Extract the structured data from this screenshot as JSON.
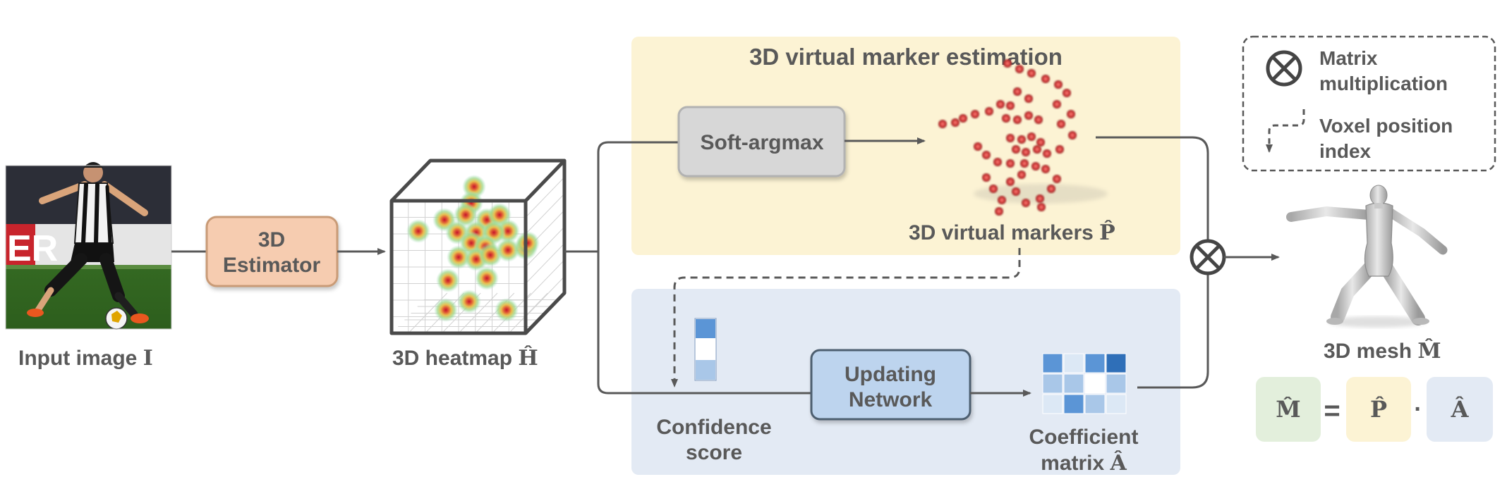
{
  "input": {
    "label": "Input image ",
    "symbol": "I"
  },
  "estimator": {
    "line1": "3D",
    "line2": "Estimator"
  },
  "heatmap": {
    "label": "3D heatmap ",
    "symbol": "Ĥ"
  },
  "top_panel": {
    "title": "3D virtual marker estimation",
    "color": "#fcf3d4"
  },
  "bottom_panel": {
    "color": "#e3eaf4"
  },
  "softargmax": {
    "label": "Soft-argmax"
  },
  "markers": {
    "label": "3D virtual markers ",
    "symbol": "P̂"
  },
  "confidence": {
    "line1": "Confidence",
    "line2": "score"
  },
  "updating": {
    "line1": "Updating",
    "line2": "Network"
  },
  "coefficient": {
    "line1": "Coefficient",
    "line2": "matrix ",
    "symbol": "Â"
  },
  "legend": {
    "matrix_line1": "Matrix",
    "matrix_line2": "multiplication",
    "voxel_line1": "Voxel position",
    "voxel_line2": "index"
  },
  "mesh": {
    "label": "3D mesh ",
    "symbol": "M̂"
  },
  "equation": {
    "m": "M̂",
    "eq": "=",
    "p": "P̂",
    "dot": "·",
    "a": "Â",
    "m_color": "#e3efdc",
    "p_color": "#fcf3d4",
    "a_color": "#e3eaf4"
  },
  "colors": {
    "estimator_fill": "#f6ccb0",
    "estimator_stroke": "#c99b77",
    "updating_fill": "#bdd4ee",
    "updating_stroke": "#4e5e70",
    "softargmax_fill": "#d7d7d7",
    "marker_red": "#d83a3a"
  }
}
